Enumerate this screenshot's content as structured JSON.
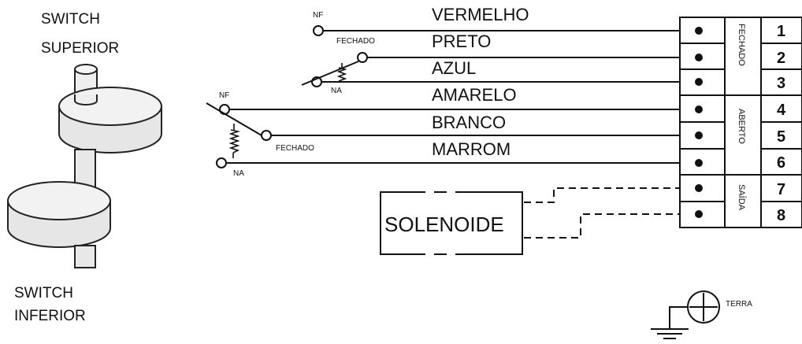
{
  "switch_superior_line1": "SWITCH",
  "switch_superior_line2": "SUPERIOR",
  "switch_inferior_line1": "SWITCH",
  "switch_inferior_line2": "INFERIOR",
  "top_switch": {
    "nf": "NF",
    "fechado": "FECHADO",
    "na": "NA"
  },
  "bottom_switch": {
    "nf": "NF",
    "fechado": "FECHADO",
    "na": "NA"
  },
  "wires": [
    "VERMELHO",
    "PRETO",
    "AZUL",
    "AMARELO",
    "BRANCO",
    "MARROM"
  ],
  "solenoid_label": "SOLENOIDE",
  "terminal_numbers": [
    "1",
    "2",
    "3",
    "4",
    "5",
    "6",
    "7",
    "8"
  ],
  "group_labels": {
    "fechado": "FECHADO",
    "aberto": "ABERTO",
    "saida": "SAÍDA"
  },
  "ground_label": "TERRA"
}
